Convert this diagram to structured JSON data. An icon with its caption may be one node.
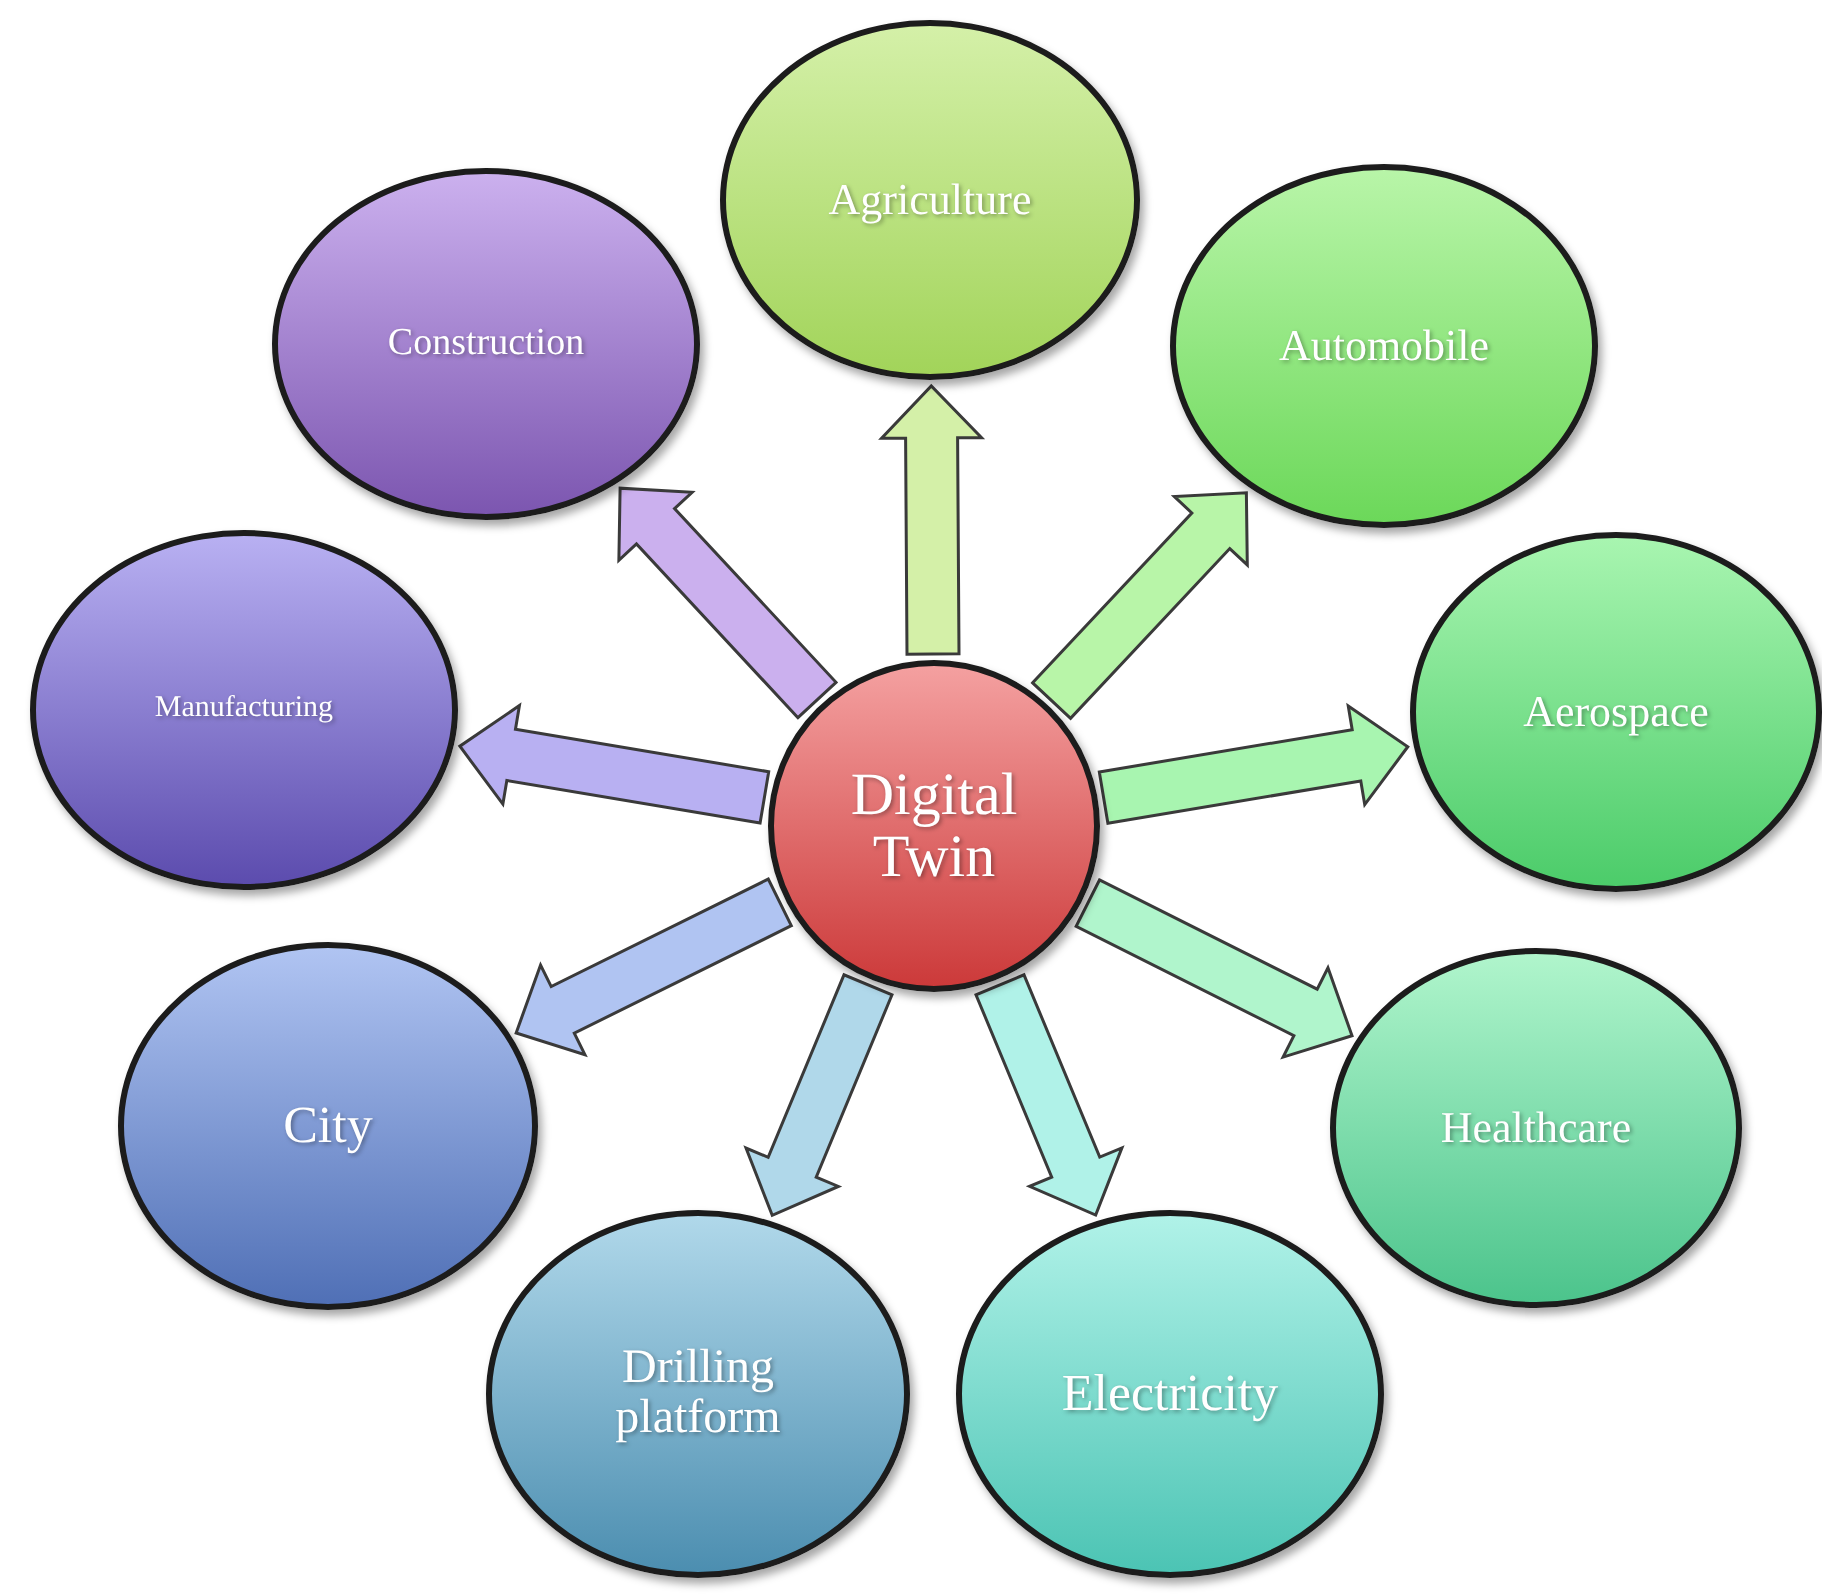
{
  "diagram": {
    "nodes": [
      {
        "text": [
          "Digital Twin"
        ]
      },
      {
        "text": [
          "Agriculture"
        ]
      },
      {
        "text": [
          "Automobile"
        ]
      },
      {
        "text": [
          "Construction"
        ]
      },
      {
        "text": [
          "Aerospace"
        ]
      },
      {
        "text": [
          "Manufacturing"
        ]
      },
      {
        "text": [
          "Healthcare"
        ]
      },
      {
        "text": [
          "City"
        ]
      },
      {
        "text": [
          "Drilling platform"
        ]
      },
      {
        "text": [
          "Electricity"
        ]
      }
    ],
    "edges": [
      {
        "from": 0,
        "to": 1,
        "arrow": "to"
      },
      {
        "from": 0,
        "to": 2,
        "arrow": "to"
      },
      {
        "from": 0,
        "to": 3,
        "arrow": "to"
      },
      {
        "from": 0,
        "to": 4,
        "arrow": "to"
      },
      {
        "from": 0,
        "to": 5,
        "arrow": "to"
      },
      {
        "from": 0,
        "to": 6,
        "arrow": "to"
      },
      {
        "from": 0,
        "to": 7,
        "arrow": "to"
      },
      {
        "from": 0,
        "to": 8,
        "arrow": "to"
      },
      {
        "from": 0,
        "to": 9,
        "arrow": "to"
      }
    ]
  }
}
